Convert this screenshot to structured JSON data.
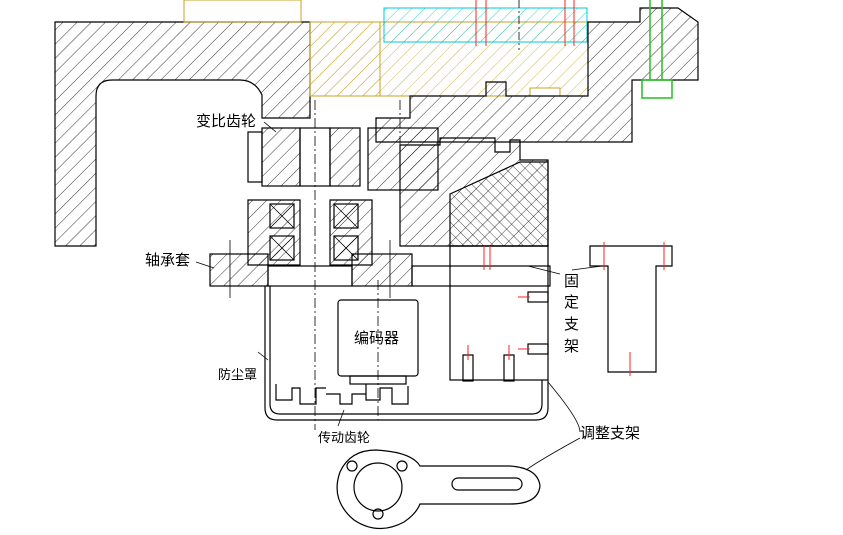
{
  "labels": {
    "ratio_gear": "变比齿轮",
    "bearing_sleeve": "轴承套",
    "fixed_bracket_1": "固",
    "fixed_bracket_2": "定",
    "fixed_bracket_3": "支",
    "fixed_bracket_4": "架",
    "encoder": "编码器",
    "dust_cover": "防尘罩",
    "drive_gear": "传动齿轮",
    "adjust_bracket": "调整支架"
  },
  "colors": {
    "line": "#000000",
    "yellow_part": "#c8a020",
    "cyan_part": "#00c8d8",
    "red_mark": "#ff2020",
    "green_mark": "#22c022"
  }
}
